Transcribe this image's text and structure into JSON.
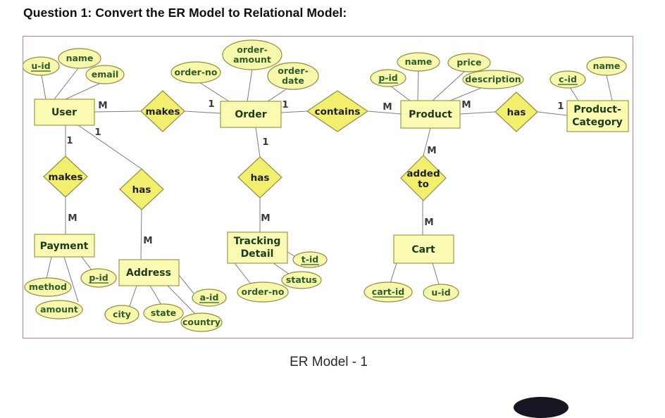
{
  "title": "Question 1: Convert the ER Model to Relational Model:",
  "caption": "ER Model - 1",
  "colors": {
    "entity_fill": "#fafab2",
    "diamond_fill": "#f2ee6e",
    "attribute_fill": "#f8f8ac",
    "shape_border": "#8f8f3f",
    "frame_border": "#b98383",
    "entity_text": "#1c3a1c",
    "attribute_text": "#2f5c2b",
    "connector": "#7d7d7d"
  },
  "er": {
    "entities": {
      "user": "User",
      "order": "Order",
      "product": "Product",
      "product_category_1": "Product-",
      "product_category_2": "Category",
      "payment": "Payment",
      "address": "Address",
      "tracking_1": "Tracking",
      "tracking_2": "Detail",
      "cart": "Cart"
    },
    "relationships": {
      "makes_order": "makes",
      "contains": "contains",
      "has_category": "has",
      "makes_payment": "makes",
      "has_address": "has",
      "has_tracking": "has",
      "added_to_1": "added",
      "added_to_2": "to"
    },
    "attributes": {
      "user_uid": "u-id",
      "user_name": "name",
      "user_email": "email",
      "order_no": "order-no",
      "order_amount_1": "order-",
      "order_amount_2": "amount",
      "order_date_1": "order-",
      "order_date_2": "date",
      "product_pid": "p-id",
      "product_name": "name",
      "product_price": "price",
      "product_description": "description",
      "category_cid": "c-id",
      "category_name": "name",
      "payment_method": "method",
      "payment_amount": "amount",
      "payment_pid": "p-id",
      "address_city": "city",
      "address_state": "state",
      "address_country": "country",
      "address_aid": "a-id",
      "tracking_order_no": "order-no",
      "tracking_status": "status",
      "tracking_tid": "t-id",
      "cart_id": "cart-id",
      "cart_uid": "u-id"
    },
    "cardinalities": {
      "user_makes": "M",
      "makes_order": "1",
      "order_contains": "1",
      "contains_product": "M",
      "product_has": "M",
      "has_category": "1",
      "user_makes_payment": "1",
      "user_has_address": "1",
      "makes_payment_m": "M",
      "has_address_m": "M",
      "order_has_tracking": "1",
      "has_tracking_m": "M",
      "product_added": "M",
      "added_cart": "M"
    }
  }
}
